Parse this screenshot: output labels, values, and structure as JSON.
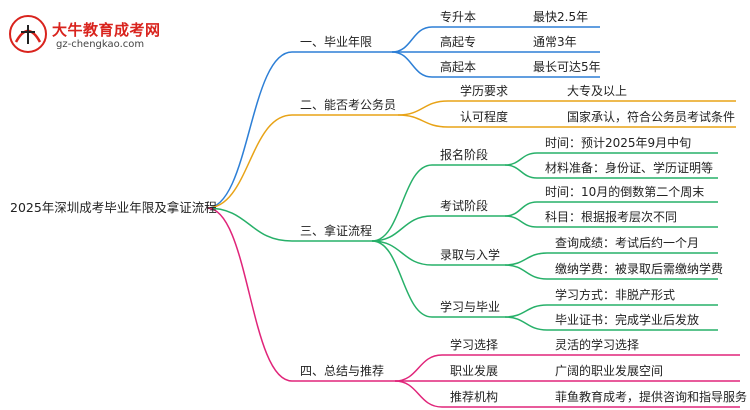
{
  "header": {
    "brand_name": "大牛教育成考网",
    "brand_url": "gz-chengkao.com",
    "logo_text": "大牛"
  },
  "colors": {
    "b1": "#2d7fd6",
    "b2": "#e8a317",
    "b3": "#27b069",
    "b4": "#e0257a",
    "brand_red": "#d9231d"
  },
  "mindmap": {
    "root": "2025年深圳成考毕业年限及拿证流程",
    "branches": [
      {
        "label": "一、毕业年限",
        "children": [
          {
            "label": "专升本",
            "value": "最快2.5年"
          },
          {
            "label": "高起专",
            "value": "通常3年"
          },
          {
            "label": "高起本",
            "value": "最长可达5年"
          }
        ]
      },
      {
        "label": "二、能否考公务员",
        "children": [
          {
            "label": "学历要求",
            "value": "大专及以上"
          },
          {
            "label": "认可程度",
            "value": "国家承认，符合公务员考试条件"
          }
        ]
      },
      {
        "label": "三、拿证流程",
        "children": [
          {
            "label": "报名阶段",
            "items": [
              "时间：预计2025年9月中旬",
              "材料准备：身份证、学历证明等"
            ]
          },
          {
            "label": "考试阶段",
            "items": [
              "时间：10月的倒数第二个周末",
              "科目：根据报考层次不同"
            ]
          },
          {
            "label": "录取与入学",
            "items": [
              "查询成绩：考试后约一个月",
              "缴纳学费：被录取后需缴纳学费"
            ]
          },
          {
            "label": "学习与毕业",
            "items": [
              "学习方式：非脱产形式",
              "毕业证书：完成学业后发放"
            ]
          }
        ]
      },
      {
        "label": "四、总结与推荐",
        "children": [
          {
            "label": "学习选择",
            "value": "灵活的学习选择"
          },
          {
            "label": "职业发展",
            "value": "广阔的职业发展空间"
          },
          {
            "label": "推荐机构",
            "value": "菲鱼教育成考，提供咨询和指导服务"
          }
        ]
      }
    ]
  }
}
